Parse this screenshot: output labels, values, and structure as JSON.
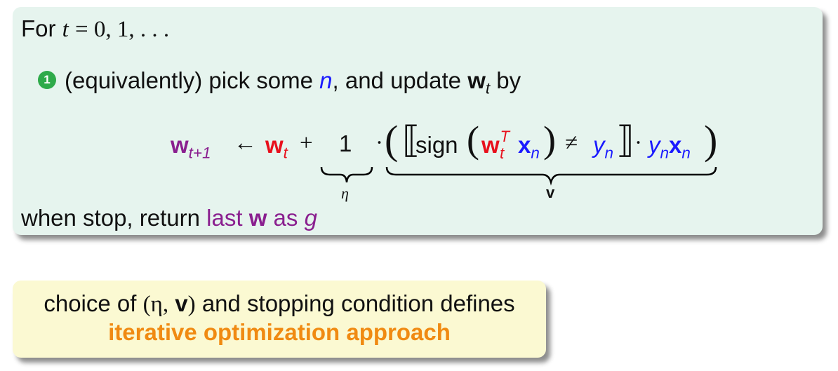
{
  "loop": {
    "prefix": "For",
    "var": "t",
    "rest": "= 0, 1, . . ."
  },
  "step": {
    "badge": "1",
    "text1": "(equivalently) pick some",
    "n": "n",
    "text2": ", and update",
    "w": "w",
    "sub_t": "t",
    "text3": "by"
  },
  "formula": {
    "w": "w",
    "sub_t1": "t+1",
    "arrow": "←",
    "w2": "w",
    "sub_t": "t",
    "plus": "+",
    "one": "1",
    "dot": "·",
    "sign": "sign",
    "w3": "w",
    "sup_T": "T",
    "x": "x",
    "sub_n": "n",
    "neq": "≠",
    "y": "y",
    "eta": "η",
    "v": "v"
  },
  "stop": {
    "text1": "when stop, return",
    "last": "last",
    "w": "w",
    "as": "as",
    "g": "g"
  },
  "note": {
    "line1_a": "choice of",
    "eta_v_open": "(η,",
    "v": "v",
    "eta_v_close": ")",
    "line1_b": "and stopping condition defines",
    "line2": "iterative optimization approach"
  }
}
